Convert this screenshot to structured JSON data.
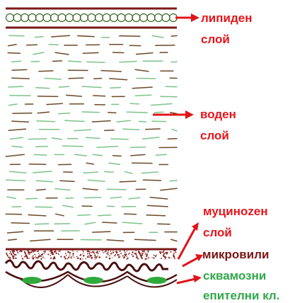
{
  "labels": {
    "lipid": {
      "line1": "липиден",
      "line2": "слой"
    },
    "aqueous": {
      "line1": "воден",
      "line2": "слой"
    },
    "mucin": {
      "line1": "муциноzен",
      "line2": "слой"
    },
    "microvilli": {
      "text": "микровили"
    },
    "epithelial": {
      "line1": "сквамозни",
      "line2": "епителни кл."
    }
  },
  "colors": {
    "label_red": "#e8141b",
    "label_dark_red": "#7a1515",
    "label_green": "#2fa84a",
    "arrow_red": "#e0141b",
    "lipid_line": "#7a1a1a",
    "lipid_loops": "#3e6a2a",
    "water_green": "#7cc38a",
    "water_brown": "#6b4a2a",
    "mucin_dots": "#8a2a2a",
    "cell_outline": "#4a1010",
    "nucleus_green": "#2faa3a"
  },
  "icons": [
    "arrow-right-icon",
    "arrow-up-right-icon"
  ]
}
